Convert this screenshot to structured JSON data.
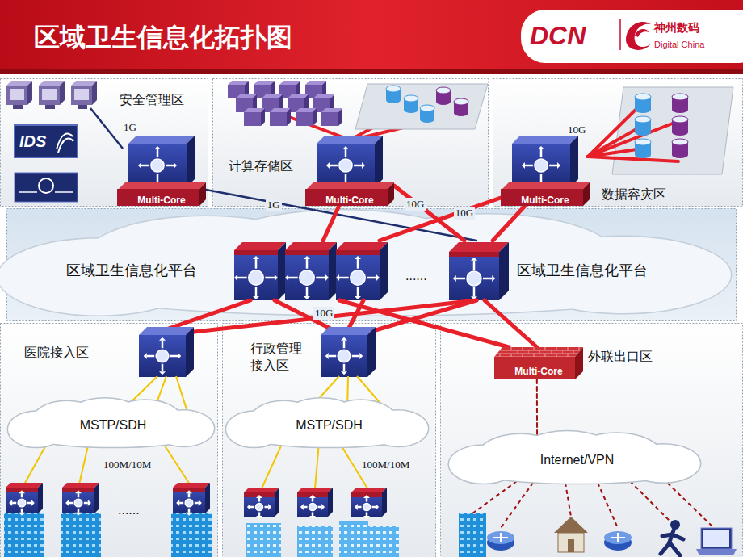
{
  "diagram": {
    "title": "区域卫生信息化拓扑图",
    "nodes": [
      {
        "text": [
          "安全管理区"
        ]
      },
      {
        "text": [
          "IDS"
        ],
        "in": 0
      },
      {
        "text": [
          "Multi-Core"
        ],
        "in": 0
      },
      {
        "text": [
          "计算存储区"
        ]
      },
      {
        "text": [
          "Multi-Core"
        ],
        "in": 3
      },
      {
        "text": [
          "数据容灾区"
        ]
      },
      {
        "text": [
          "Multi-Core"
        ],
        "in": 5
      },
      {
        "text": [
          "区域卫生信息化平台"
        ]
      },
      {
        "text": [
          "区域卫生信息化平台"
        ]
      },
      {
        "text": [
          "医院接入区"
        ]
      },
      {
        "text": [
          "MSTP/SDH"
        ],
        "in": 9
      },
      {
        "text": [
          "行政管理 接入区"
        ]
      },
      {
        "text": [
          "MSTP/SDH"
        ],
        "in": 11
      },
      {
        "text": [
          "外联出口区"
        ]
      },
      {
        "text": [
          "Multi-Core"
        ],
        "in": 13
      },
      {
        "text": [
          "Internet/VPN"
        ],
        "in": 13
      }
    ],
    "edges": [
      {
        "from": 2,
        "to": 8,
        "arrow": "none",
        "label": "1G"
      },
      {
        "from": 4,
        "to": 7,
        "arrow": "none"
      },
      {
        "from": 4,
        "to": 8,
        "arrow": "none",
        "label": "10G"
      },
      {
        "from": 6,
        "to": 7,
        "arrow": "none",
        "label": "10G"
      },
      {
        "from": 6,
        "to": 8,
        "arrow": "none"
      },
      {
        "from": 7,
        "to": 14,
        "arrow": "none"
      },
      {
        "from": 8,
        "to": 14,
        "arrow": "none"
      },
      {
        "from": 14,
        "to": 15,
        "arrow": "none"
      }
    ],
    "labels": [
      "DCN",
      "神州数码",
      "Digital China",
      "1G",
      "10G",
      "......",
      "10G",
      "100M/10M",
      "......",
      "100M/10M"
    ]
  }
}
